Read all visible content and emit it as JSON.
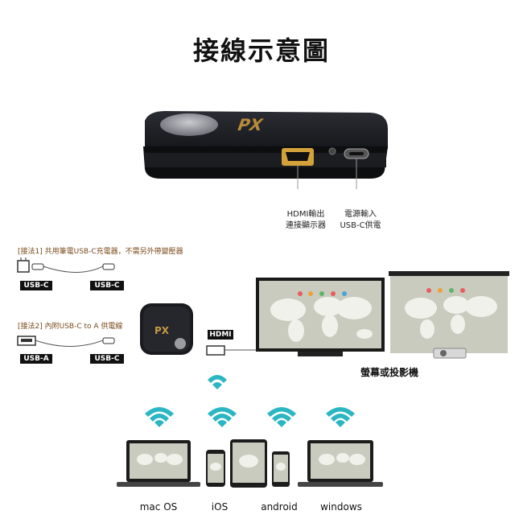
{
  "title": "接線示意圖",
  "device_brand": "PX",
  "ports": {
    "hdmi_line1": "HDMI輸出",
    "hdmi_line2": "連接顯示器",
    "power_line1": "電源輸入",
    "power_line2": "USB-C供電"
  },
  "methods": [
    {
      "label": "[接法1]  共用筆電USB-C充電器，不需另外帶變壓器",
      "left_tag": "USB-C",
      "right_tag": "USB-C"
    },
    {
      "label": "[接法2]  內附USB-C to A 供電線",
      "left_tag": "USB-A",
      "right_tag": "USB-C"
    }
  ],
  "hdmi_tag": "HDMI",
  "display_label": "螢幕或投影機",
  "os_labels": [
    "mac OS",
    "iOS",
    "android",
    "windows"
  ]
}
